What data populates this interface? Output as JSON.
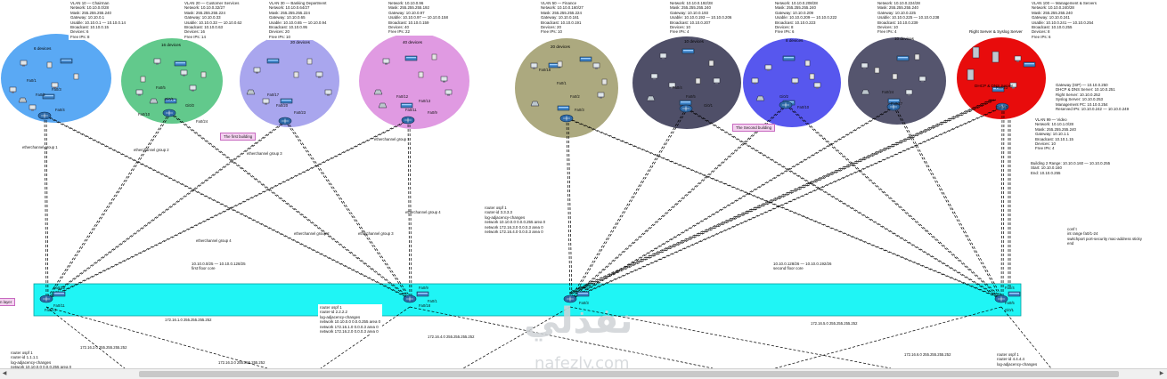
{
  "vlan_notes": [
    {
      "id": "v10",
      "lines": [
        "VLAN 10 — Chairman",
        "Network: 10.10.0.0/28",
        "Mask: 255.255.255.240",
        "Gateway: 10.10.0.1",
        "Usable: 10.10.0.1 — 10.10.0.14",
        "Broadcast: 10.10.0.15",
        "Devices: 6",
        "Free IPs: 8"
      ]
    },
    {
      "id": "v20",
      "lines": [
        "VLAN 20 — Customer Services",
        "Network: 10.10.0.32/27",
        "Mask: 255.255.255.224",
        "Gateway: 10.10.0.33",
        "Usable: 10.10.0.33 — 10.10.0.62",
        "Broadcast: 10.10.0.63",
        "Devices: 16",
        "Free IPs: 14"
      ]
    },
    {
      "id": "v30",
      "lines": [
        "VLAN 30 — Banking Department",
        "Network: 10.10.0.64/27",
        "Mask: 255.255.255.224",
        "Gateway: 10.10.0.65",
        "Usable: 10.10.0.65 — 10.10.0.94",
        "Broadcast: 10.10.0.95",
        "Devices: 20",
        "Free IPs: 10"
      ]
    },
    {
      "id": "v40",
      "lines": [
        "Network: 10.10.0.96",
        "Mask: 255.255.255.192",
        "Gateway: 10.10.0.97",
        "Usable: 10.10.0.97 — 10.10.0.158",
        "Broadcast: 10.10.0.159",
        "Devices: 40",
        "Free IPs: 22"
      ]
    },
    {
      "id": "v50",
      "lines": [
        "VLAN 50 — Finance",
        "Network: 10.10.0.160/27",
        "Mask: 255.255.255.224",
        "Gateway: 10.10.0.161",
        "Broadcast: 10.10.0.191",
        "Devices: 20",
        "Free IPs: 10"
      ]
    },
    {
      "id": "v60",
      "lines": [
        "Network: 10.10.0.192/28",
        "Mask: 255.255.255.240",
        "Gateway: 10.10.0.193",
        "Usable: 10.10.0.193 — 10.10.0.206",
        "Broadcast: 10.10.0.207",
        "Devices: 10",
        "Free IPs: 4"
      ]
    },
    {
      "id": "v70",
      "lines": [
        "Network: 10.10.0.208/28",
        "Mask: 255.255.255.240",
        "Gateway: 10.10.0.209",
        "Usable: 10.10.0.209 — 10.10.0.222",
        "Broadcast: 10.10.0.223",
        "Devices: 8",
        "Free IPs: 6"
      ]
    },
    {
      "id": "v80",
      "lines": [
        "Network: 10.10.0.224/28",
        "Mask: 255.255.255.240",
        "Gateway: 10.10.0.225",
        "Usable: 10.10.0.225 — 10.10.0.238",
        "Broadcast: 10.10.0.239",
        "Devices: 10",
        "Free IPs: 4"
      ]
    },
    {
      "id": "v100",
      "lines": [
        "VLAN 100 — Management & Servers",
        "Network: 10.10.0.240/28",
        "Mask: 255.255.255.240",
        "Gateway: 10.10.0.241",
        "Usable: 10.10.0.241 — 10.10.0.254",
        "Broadcast: 10.10.0.255",
        "Devices: 8",
        "Free IPs: 6"
      ]
    }
  ],
  "clusters": [
    {
      "id": "c1",
      "label": "6 devices",
      "color": "#5aa9f4"
    },
    {
      "id": "c2",
      "label": "16 devices",
      "color": "#62c98c"
    },
    {
      "id": "c3",
      "label": "20 devices",
      "color": "#a9a6ee"
    },
    {
      "id": "c4",
      "label": "40 devices",
      "color": "#e09ae2"
    },
    {
      "id": "c5",
      "label": "20 devices",
      "color": "#aca97f"
    },
    {
      "id": "c6",
      "label": "10 devices",
      "color": "#4f4f68"
    },
    {
      "id": "c7",
      "label": "8 devices",
      "color": "#5757ee"
    },
    {
      "id": "c8",
      "label": "10 devices",
      "color": "#55556e"
    },
    {
      "id": "c9",
      "label": "Right Server & Syslog Server",
      "color": "#e80c0c"
    }
  ],
  "floor_labels": {
    "first": "The first building",
    "second": "The Second building",
    "layer": "n layer"
  },
  "server_notes": {
    "dhcp": [
      "Gateway (ISP) — 10.10.0.250",
      "DHCP & DNS Server: 10.10.0.251",
      "Right Server: 10.10.0.252",
      "Syslog Server: 10.10.0.253",
      "Management PC: 10.10.0.254",
      "Reserved IPs: 10.10.0.242 — 10.10.0.249"
    ],
    "vlan99": [
      "VLAN 99 — Video",
      "Network: 10.10.1.0/28",
      "Mask: 255.255.255.240",
      "Gateway: 10.10.1.1",
      "Broadcast: 10.10.1.15",
      "Devices: 10",
      "Free IPs: 4"
    ],
    "building": [
      "Building 2 Range: 10.10.0.160 — 10.10.0.255",
      "Start: 10.10.0.160",
      "End: 10.10.0.255"
    ],
    "portsec": [
      "conf t",
      "int range fa0/1-24",
      "switchport port-security mac-address sticky",
      "end"
    ],
    "dhcp_label": "DHCP & DNS Server"
  },
  "wan_notes": {
    "floor1": "10.10.0.0/25 — 10.10.0.128/25\nfirst floor core",
    "floor2": "10.10.0.128/26 — 10.10.0.192/26\nsecond floor core",
    "router_mid": "router ospf 1\nrouter-id 2.2.2.2\nlog-adjacency-changes\nnetwork 10.10.0.0 0.0.0.255 area 0\nnetwork 172.16.1.0 0.0.0.3 area 0\nnetwork 172.16.2.0 0.0.0.3 area 0",
    "router_right": "router ospf 1\nrouter-id 3.3.3.3\nlog-adjacency-changes\nnetwork 10.10.0.0 0.0.0.255 area 0\nnetwork 172.16.3.0 0.0.0.3 area 0\nnetwork 172.16.4.0 0.0.0.3 area 0",
    "router_left": "router ospf 1\nrouter-id 1.1.1.1\nlog-adjacency-changes\nnetwork 10.10.0.0 0.0.0.255 area 0",
    "router_br": "router ospf 1\nrouter-id 4.4.4.4\nlog-adjacency-changes",
    "wan1": "172.16.1.0 255.255.255.252",
    "wan2": "172.16.2.0 255.255.255.252",
    "wan3": "172.16.3.0 255.255.255.252",
    "wan4": "172.16.4.0 255.255.255.252",
    "wan5": "172.16.5.0 255.255.255.252",
    "wan6": "172.16.6.0 255.255.255.252"
  },
  "link_labels": {
    "ch1": "etherchannel group 1",
    "ch2": "etherchannel group 2",
    "ch3": "etherchannel group 3",
    "ch4": "etherchannel group 4",
    "ports": [
      "Fa0/1",
      "Fa0/2",
      "Fa0/3",
      "Fa0/4",
      "Fa0/5",
      "Gi0/1",
      "Gi0/2",
      "Fa0/10",
      "Fa0/24",
      "Fa0/17",
      "Fa0/20",
      "Fa0/23",
      "Fa0/12",
      "Fa0/11",
      "Fa0/13",
      "Fa0/9",
      "Fa0/18"
    ]
  },
  "watermark": {
    "arabic": "نفذلي",
    "latin": "nafezly.com"
  }
}
